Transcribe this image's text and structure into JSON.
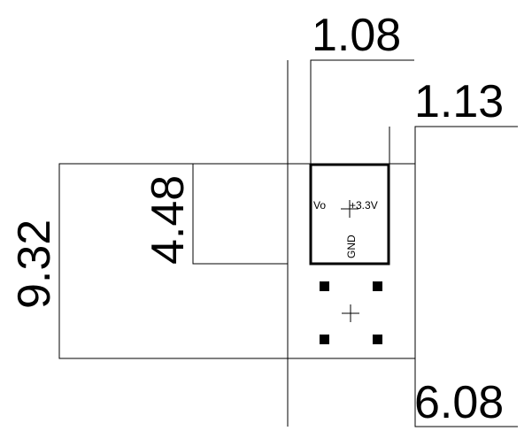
{
  "dimensions": {
    "top_width": "1.08",
    "top_offset": "1.13",
    "board_height": "9.32",
    "module_height": "4.48",
    "bottom_width": "6.08"
  },
  "module": {
    "pin_vo": "Vo",
    "pin_3v3": "+3.3V",
    "pin_gnd": "GND"
  },
  "colors": {
    "line": "#000000",
    "background": "#ffffff"
  }
}
